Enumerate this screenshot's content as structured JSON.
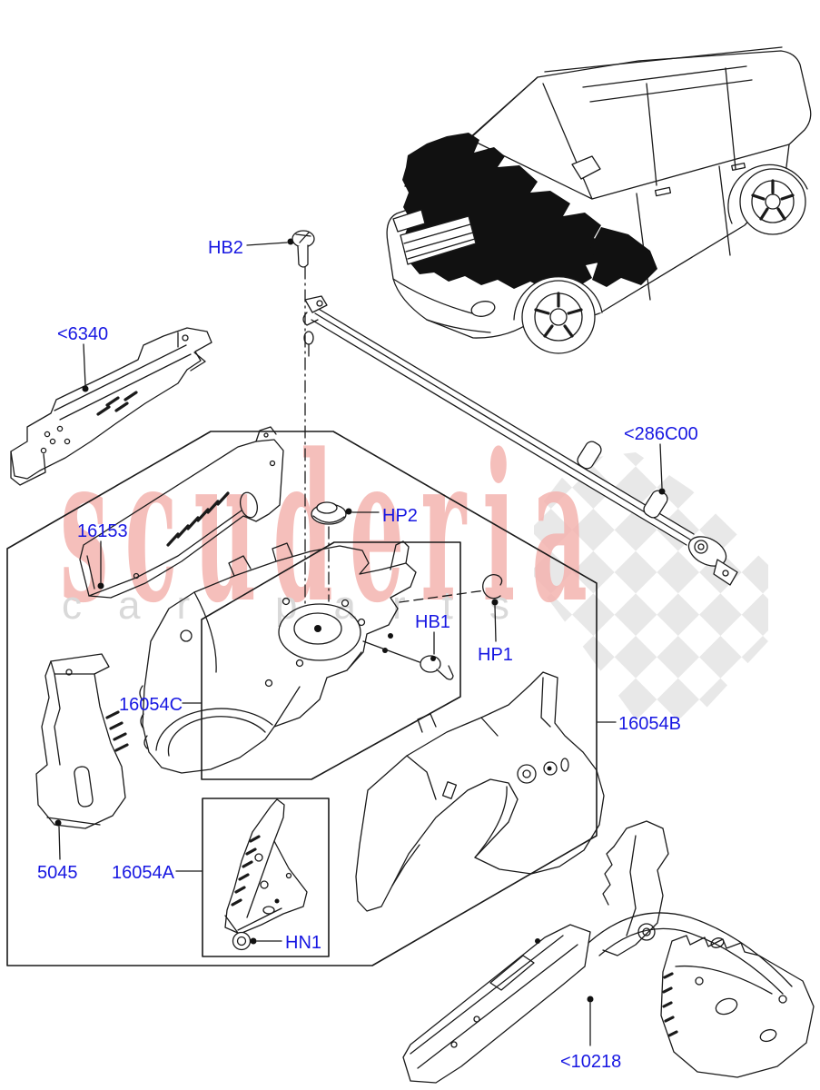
{
  "callouts": {
    "hb2": "HB2",
    "p6340": "<6340",
    "p16153": "16153",
    "hp2": "HP2",
    "p286c00": "<286C00",
    "hb1": "HB1",
    "hp1": "HP1",
    "p16054c": "16054C",
    "p16054b": "16054B",
    "p5045": "5045",
    "p16054a": "16054A",
    "hn1": "HN1",
    "p10218": "<10218"
  },
  "watermark": {
    "brand": "scuderia",
    "tagline_left": "car",
    "tagline_right": "parts"
  },
  "colors": {
    "label_blue": "#1717e2",
    "line_black": "#1a1a1a",
    "watermark_pink": "#f4b4b0",
    "watermark_gray": "#d9d9d9",
    "checker_gray": "#e8e8e8",
    "background": "#ffffff",
    "highlight_black": "#111111"
  }
}
